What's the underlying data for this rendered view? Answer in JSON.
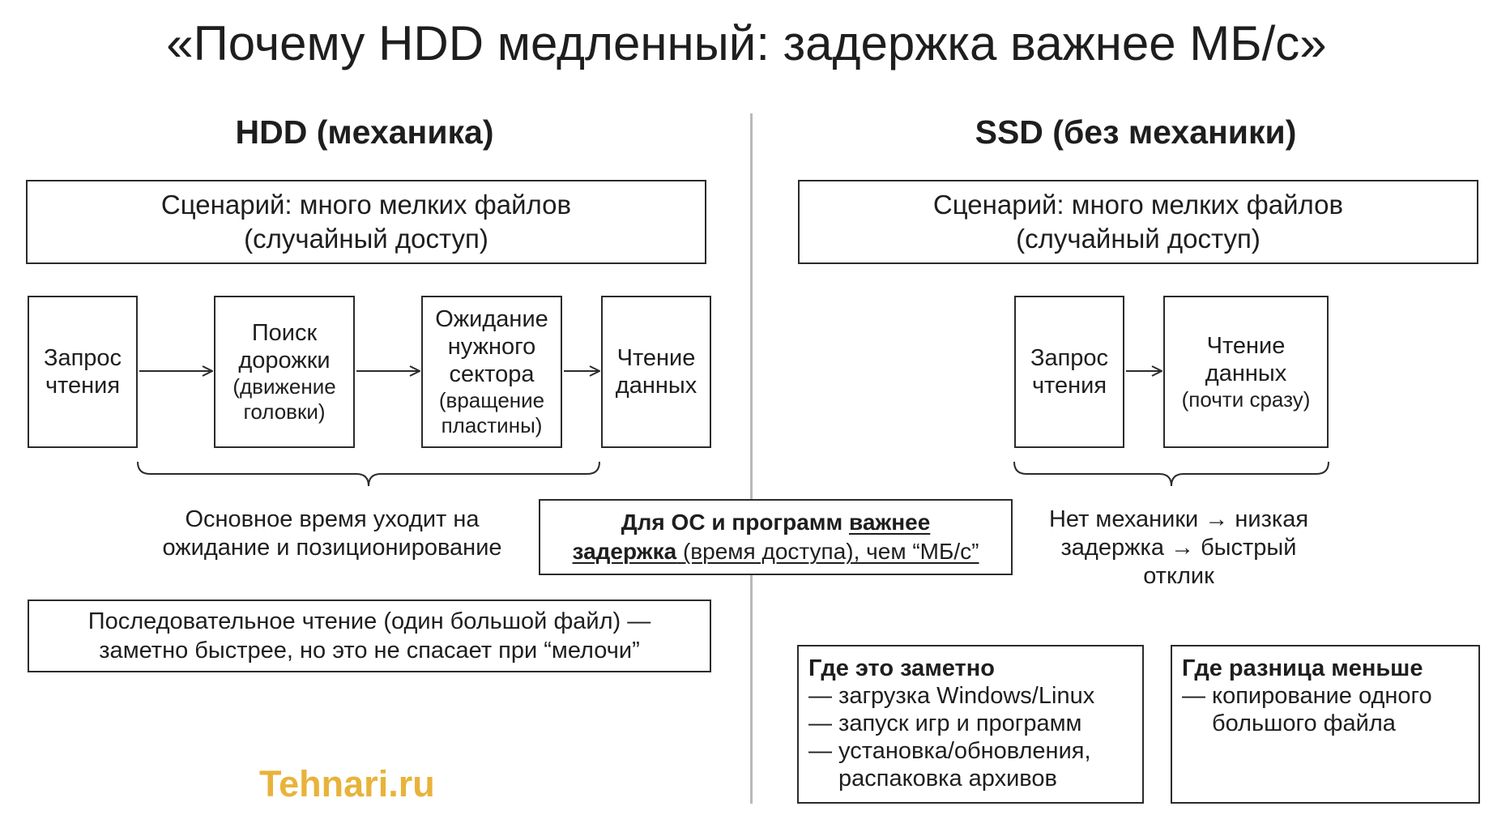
{
  "title": "«Почему HDD медленный: задержка важнее МБ/с»",
  "hdd": {
    "heading": "HDD (механика)",
    "scenario": {
      "line1": "Сценарий: много мелких файлов",
      "line2": "(случайный доступ)"
    },
    "steps": [
      {
        "line1": "Запрос",
        "line2": "чтения"
      },
      {
        "line1": "Поиск",
        "line2": "дорожки",
        "sub1": "(движение",
        "sub2": "головки)"
      },
      {
        "line1": "Ожидание",
        "line2": "нужного",
        "line3": "сектора",
        "sub1": "(вращение",
        "sub2": "пластины)"
      },
      {
        "line1": "Чтение",
        "line2": "данных"
      }
    ],
    "note": {
      "line1": "Основное время уходит на",
      "line2": "ожидание и позиционирование"
    },
    "sequential": {
      "line1": "Последовательное чтение (один большой файл) —",
      "line2": "заметно быстрее, но это не спасает при “мелочи”"
    }
  },
  "ssd": {
    "heading": "SSD (без механики)",
    "scenario": {
      "line1": "Сценарий: много мелких файлов",
      "line2": "(случайный доступ)"
    },
    "steps": [
      {
        "line1": "Запрос",
        "line2": "чтения"
      },
      {
        "line1": "Чтение",
        "line2": "данных",
        "sub1": "(почти сразу)"
      }
    ],
    "note": {
      "line1": "Нет механики → низкая",
      "line2": "задержка → быстрый",
      "line3": "отклик"
    }
  },
  "center": {
    "p1": "Для ОС и программ ",
    "p2": "важнее",
    "p3": "задержка",
    "p4": " (время доступа), чем “МБ/с”"
  },
  "noticeable": {
    "heading": "Где это заметно",
    "items": [
      "— загрузка Windows/Linux",
      "— запуск игр и программ",
      "— установка/обновления,"
    ],
    "continuation": "распаковка архивов"
  },
  "less": {
    "heading": "Где разница меньше",
    "item": "— копирование одного",
    "continuation": "большого файла"
  },
  "logo": "Tehnari.ru",
  "colors": {
    "stroke": "#2b2b2b",
    "divider": "#b9b9b9",
    "logo": "#e8b33a"
  }
}
